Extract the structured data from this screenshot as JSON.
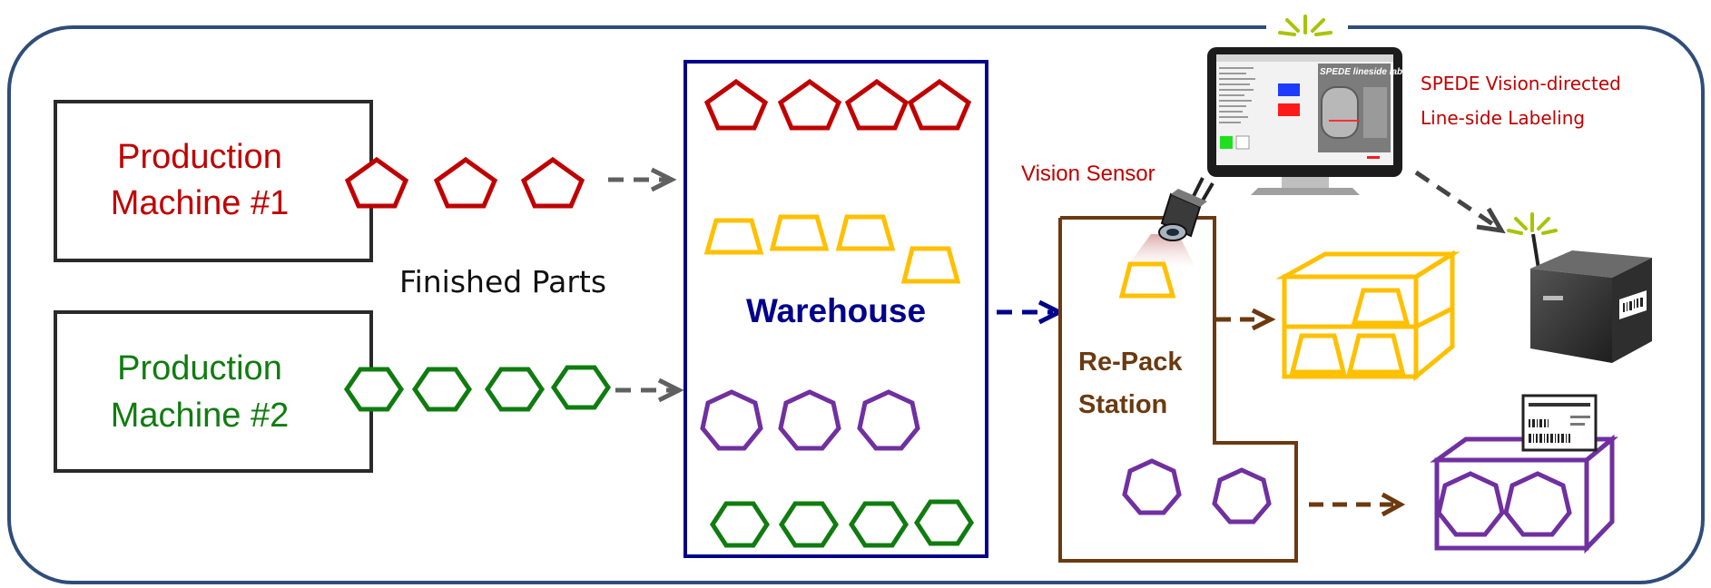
{
  "labels": {
    "machine1_line1": "Production",
    "machine1_line2": "Machine #1",
    "machine2_line1": "Production",
    "machine2_line2": "Machine #2",
    "finished_parts": "Finished Parts",
    "warehouse": "Warehouse",
    "vision_sensor": "Vision Sensor",
    "repack_line1": "Re-Pack",
    "repack_line2": "Station",
    "spede_line1": "SPEDE Vision-directed",
    "spede_line2": "Line-side Labeling",
    "monitor_banner": "SPEDE lineside labeling"
  },
  "colors": {
    "frame": "#2f4d7a",
    "red": "#c00000",
    "green": "#107c10",
    "gold": "#ffc000",
    "purple": "#7030a0",
    "navy": "#00008b",
    "brown": "#6b3a10",
    "arrow_gray": "#606060",
    "black": "#222222"
  },
  "icons": {
    "pentagon": "pentagon-part-icon",
    "hexagon": "hexagon-part-icon",
    "trapezoid": "trapezoid-part-icon",
    "heptagon": "heptagon-part-icon",
    "camera": "vision-sensor-camera-icon",
    "monitor": "monitor-icon",
    "printer": "label-printer-icon",
    "label": "barcode-label-icon",
    "signal": "wireless-signal-icon"
  }
}
